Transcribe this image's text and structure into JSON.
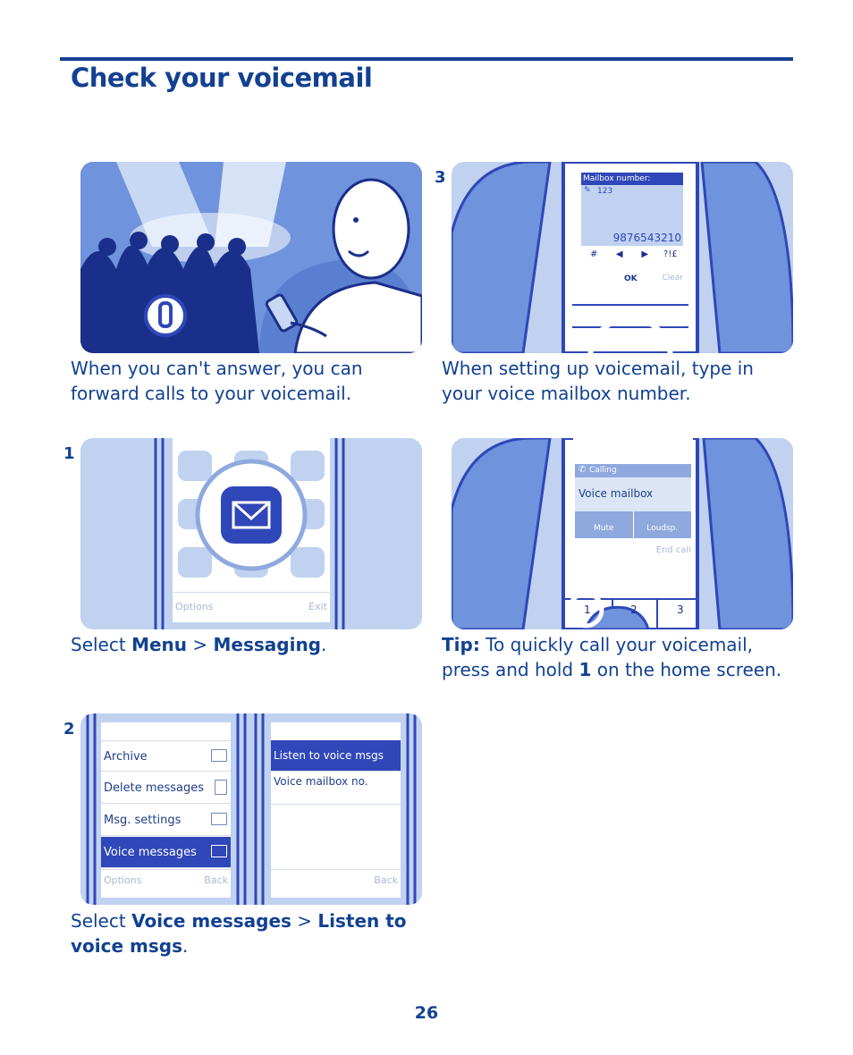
{
  "page": {
    "title": "Check your voicemail",
    "page_number": "26"
  },
  "intro": {
    "caption": "When you can't answer, you can forward calls to your voicemail."
  },
  "step1": {
    "number": "1",
    "caption_pre": "Select ",
    "menu": "Menu",
    "sep": " > ",
    "messaging": "Messaging",
    "caption_post": ".",
    "screen": {
      "left_soft": "Options",
      "right_soft": "Exit"
    }
  },
  "step2": {
    "number": "2",
    "caption_pre": "Select ",
    "voice_messages": "Voice messages",
    "sep": " > ",
    "listen": "Listen to voice msgs",
    "caption_post": ".",
    "left_screen": {
      "items": [
        "Archive",
        "Delete messages",
        "Msg. settings",
        "Voice messages"
      ],
      "left_soft": "Options",
      "right_soft": "Back"
    },
    "right_screen": {
      "items": [
        "Listen to voice msgs",
        "Voice mailbox no."
      ],
      "right_soft": "Back"
    }
  },
  "step3": {
    "number": "3",
    "caption": "When setting up voicemail, type in your voice mailbox number.",
    "screen": {
      "header": "Mailbox number:",
      "mode": "123",
      "number": "9876543210",
      "keys": [
        "#",
        "◀",
        "▶",
        "?!£"
      ],
      "ok": "OK",
      "clear": "Clear"
    }
  },
  "tip": {
    "label": "Tip:",
    "text_pre": " To quickly call your voicemail, press and hold ",
    "key": "1",
    "text_post": " on the home screen.",
    "screen": {
      "status": "Calling",
      "name": "Voice mailbox",
      "mute": "Mute",
      "loudsp": "Loudsp.",
      "end": "End call",
      "keys": [
        "1",
        "2",
        "3"
      ]
    }
  },
  "colors": {
    "brand_blue": "#124191",
    "panel_bg": "#c0d2ef",
    "accent": "#2f47b8"
  }
}
